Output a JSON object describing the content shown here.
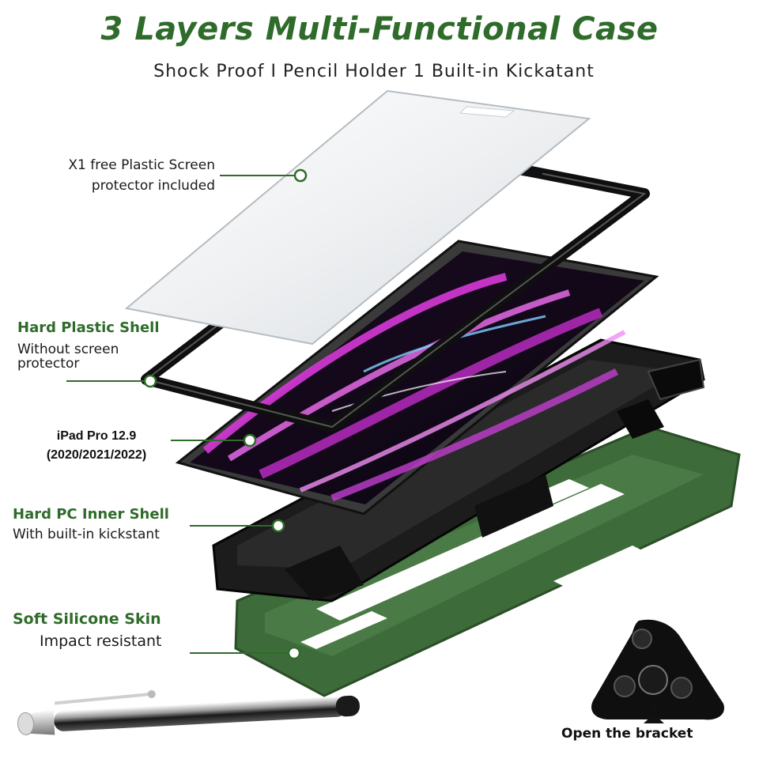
{
  "header": {
    "title": "3 Layers Multi-Functional Case",
    "subtitle": "Shock Proof I Pencil Holder 1 Built-in Kickatant"
  },
  "callouts": {
    "screen_protector": {
      "line1": "X1 free Plastic Screen",
      "line2": "protector included"
    },
    "hard_plastic_shell": {
      "title": "Hard Plastic Shell",
      "line1": "Without screen",
      "line2": "protector"
    },
    "ipad": {
      "line1": "iPad Pro 12.9",
      "line2": "(2020/2021/2022)"
    },
    "hard_pc_inner_shell": {
      "title": "Hard PC Inner Shell",
      "line1": "With built-in kickstant"
    },
    "soft_silicone_skin": {
      "title": "Soft Silicone Skin",
      "line1": "Impact resistant"
    }
  },
  "bracket": {
    "label": "Open the bracket"
  },
  "colors": {
    "accent_green": "#2f6b2a",
    "silicone_green": "#3e6b3a",
    "screen_magenta": "#d63ad8"
  }
}
